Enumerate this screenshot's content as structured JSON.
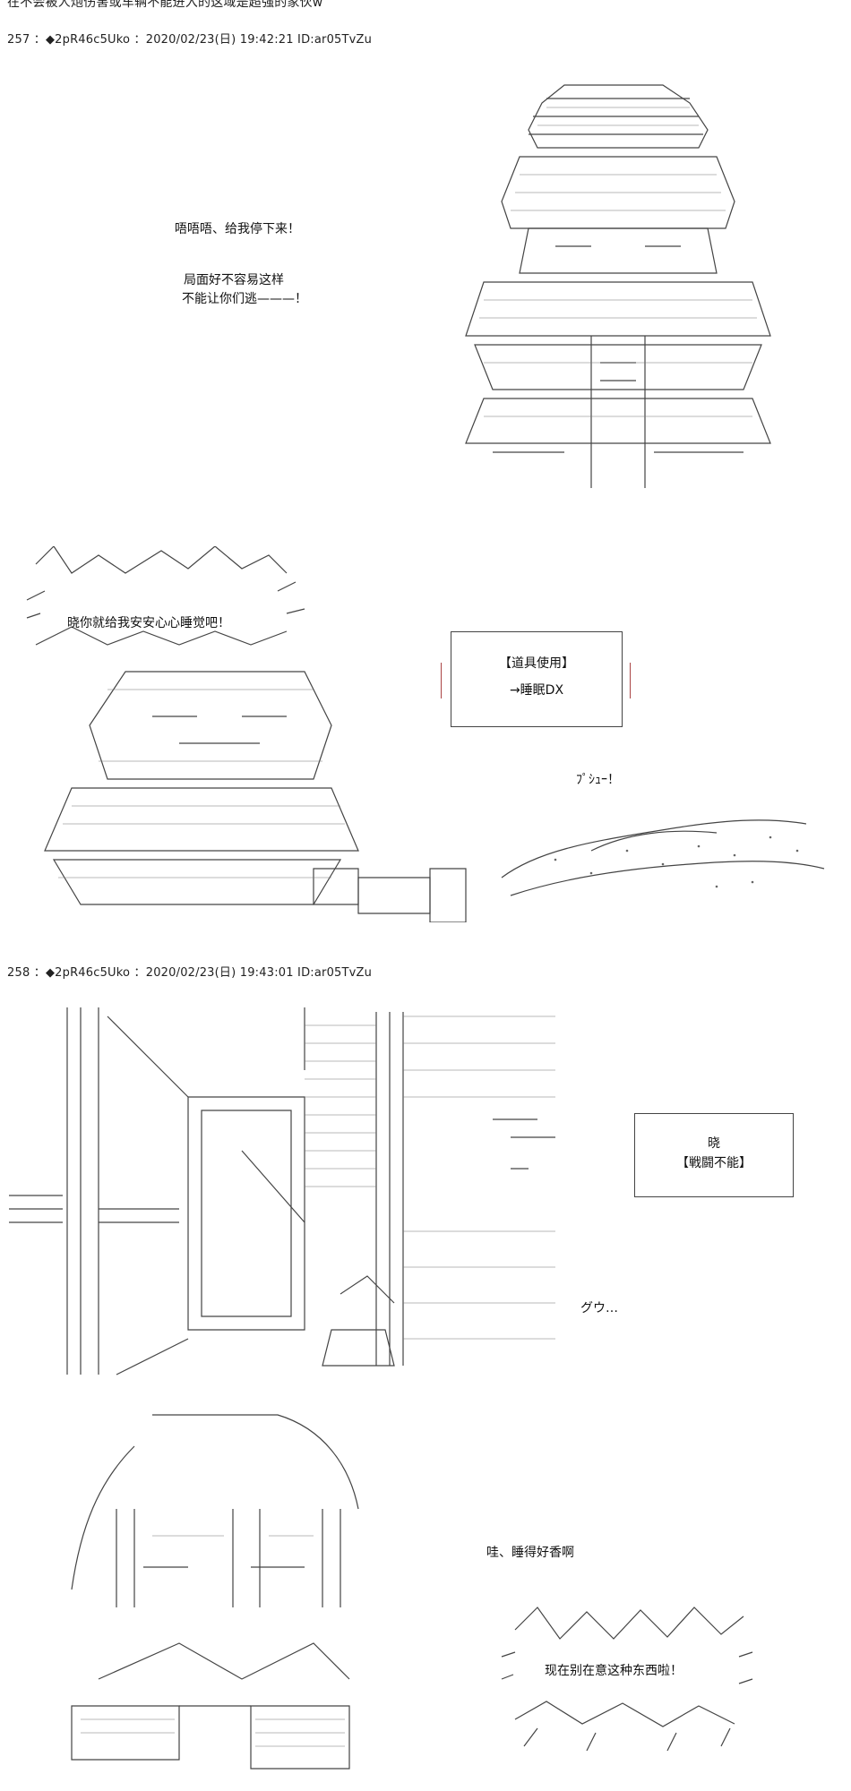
{
  "top_cut_text": "在不会被人炮伤害或车辆不能进入的这域是超强的家伙w",
  "posts": [
    {
      "header": "257 ：◆2pR46c5Uko ：2020/02/23(日) 19:42:21 ID:ar05TvZu"
    },
    {
      "header": "258 ：◆2pR46c5Uko ：2020/02/23(日) 19:43:01 ID:ar05TvZu"
    }
  ],
  "scene1": {
    "line1": "唔唔唔、给我停下来！",
    "line2a": "局面好不容易这样",
    "line2b": "不能让你们逃———！"
  },
  "scene2": {
    "shout": "晓你就给我安安心心睡觉吧！",
    "item_box_title": "【道具使用】",
    "item_box_item": "→睡眠DX",
    "sfx": "ﾌﾟｼｭｰ！"
  },
  "scene3": {
    "status_box_name": "晓",
    "status_box_status": "【戦闘不能】",
    "sfx": "グウ…"
  },
  "scene4": {
    "line1": "哇、睡得好香啊",
    "shout": "现在别在意这种东西啦！"
  }
}
